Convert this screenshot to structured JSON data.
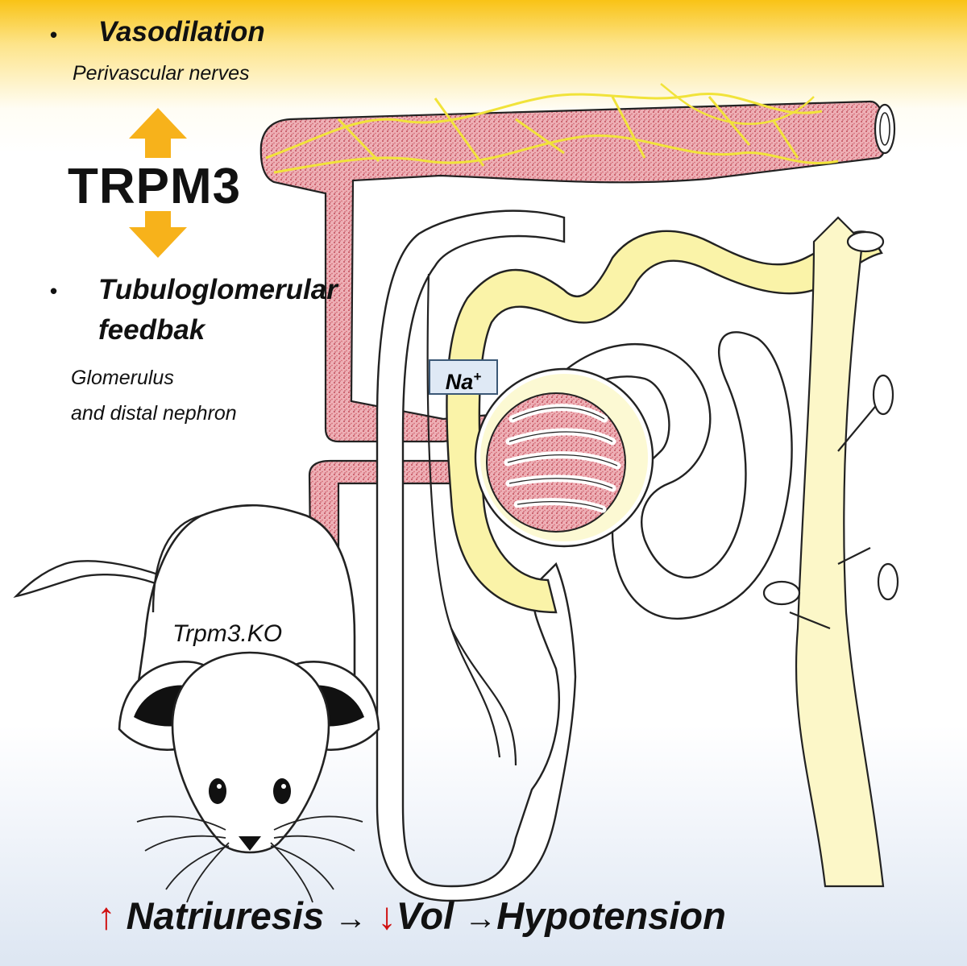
{
  "top": {
    "bullet": "•",
    "heading": "Vasodilation",
    "subtext": "Perivascular nerves"
  },
  "center_label": "TRPM3",
  "lower": {
    "bullet": "•",
    "heading_line1": "Tubuloglomerular",
    "heading_line2": "feedbak",
    "subtext_line1": "Glomerulus",
    "subtext_line2": "and distal nephron"
  },
  "ion_label": {
    "symbol": "Na",
    "charge": "+"
  },
  "mouse_label": "Trpm3.KO",
  "bottom_line": {
    "up_arrow": "↑",
    "term1": "Natriuresis",
    "arrow1": "→",
    "down_arrow": "↓",
    "term2": "Vol",
    "arrow2": "→",
    "term3": "Hypotension"
  },
  "colors": {
    "arrow_orange": "#f7b21b",
    "vessel_red": "#d97a84",
    "nerve_yellow": "#f1e33a",
    "tubule_yellow": "#faf3a8",
    "increase_decrease_red": "#d01010",
    "header_gradient": "#f9c316",
    "footer_gradient": "#dde6f2"
  },
  "icons": [
    "up-arrow-icon",
    "down-arrow-icon",
    "mouse-icon",
    "nephron-illustration",
    "blood-vessel-illustration"
  ]
}
